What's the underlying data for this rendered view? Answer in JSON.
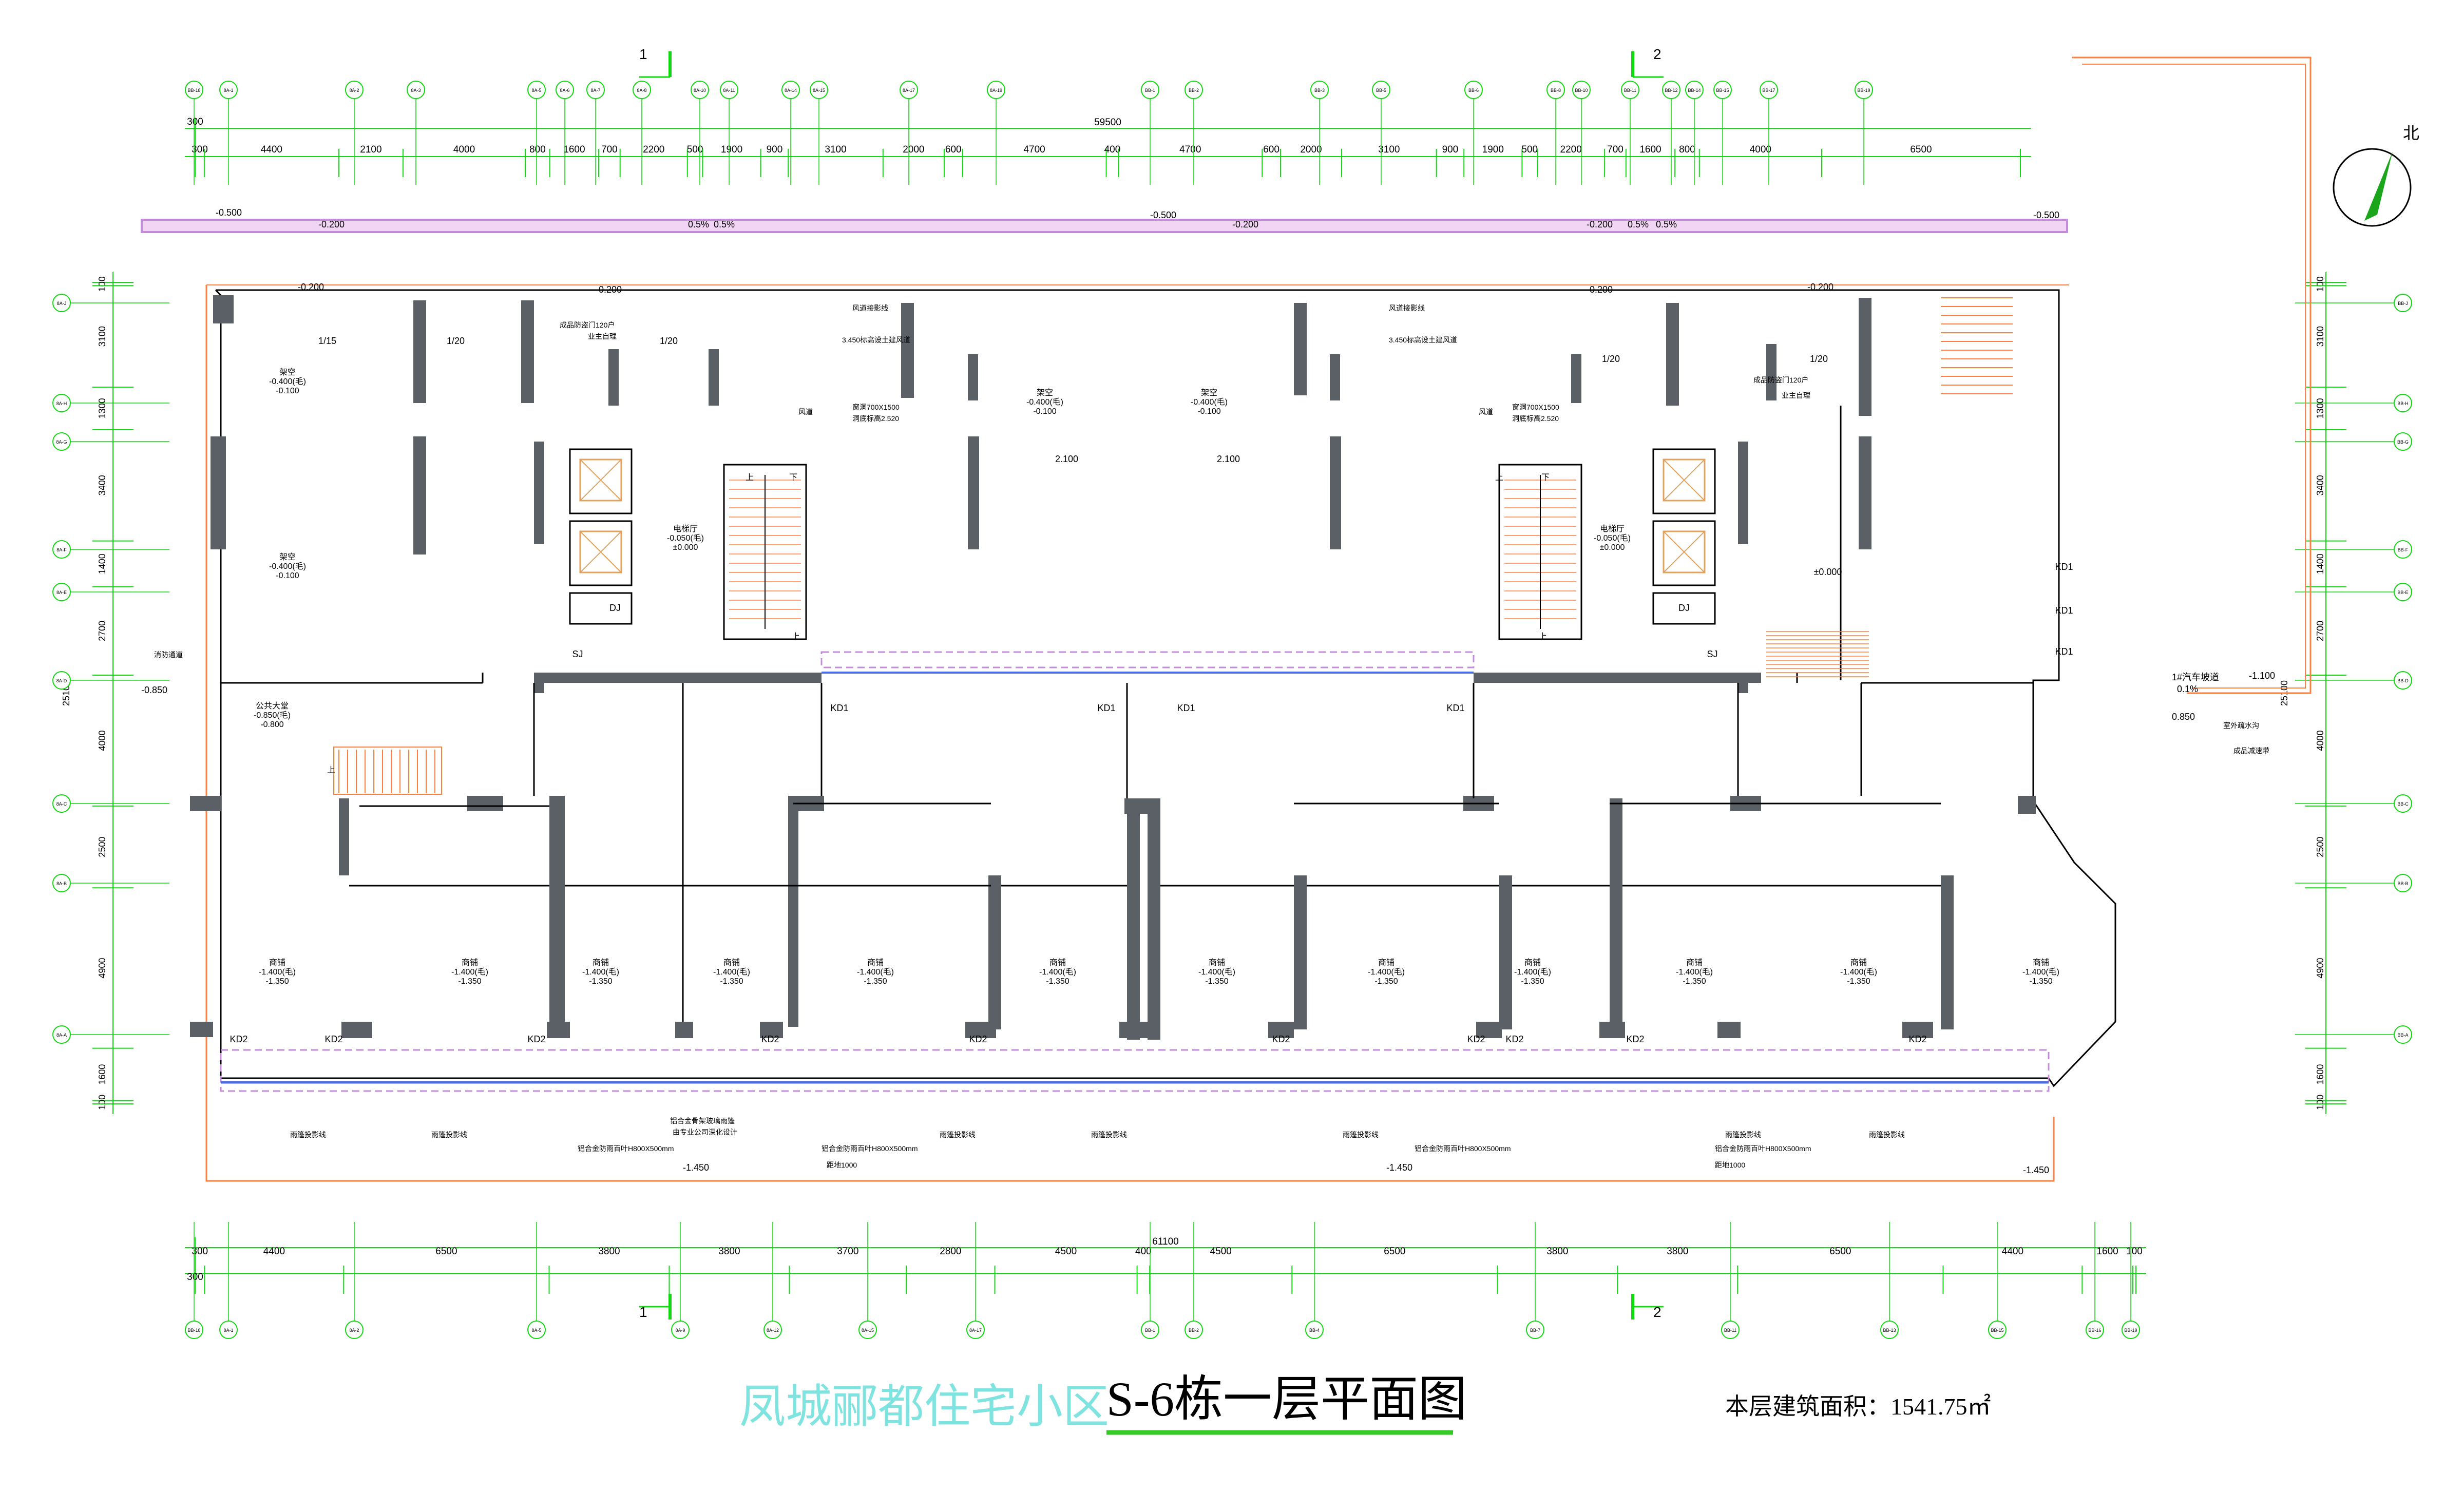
{
  "title": {
    "project": "凤城郦都住宅小区",
    "drawing": "S-6栋一层平面图",
    "area_label": "本层建筑面积：1541.75㎡"
  },
  "section_marks": {
    "one": "1",
    "two": "2"
  },
  "north_label": "北",
  "top_dims": {
    "total": "59500",
    "edge": "300",
    "segments": [
      "300",
      "4400",
      "2100",
      "4000",
      "800",
      "1600",
      "700",
      "2200",
      "500",
      "1900",
      "900",
      "3100",
      "2000",
      "600",
      "4700",
      "400",
      "4700",
      "600",
      "2000",
      "3100",
      "900",
      "1900",
      "500",
      "2200",
      "700",
      "1600",
      "800",
      "4000",
      "6500"
    ]
  },
  "bottom_dims": {
    "total": "61100",
    "edge": "300",
    "segments": [
      "300",
      "4400",
      "6500",
      "3800",
      "3800",
      "3700",
      "2800",
      "4500",
      "400",
      "4500",
      "6500",
      "3800",
      "3800",
      "6500",
      "4400",
      "1600",
      "100"
    ]
  },
  "side_dims": {
    "total": "25100",
    "left": [
      "100",
      "3100",
      "1300",
      "3400",
      "1400",
      "2700",
      "4000",
      "2500",
      "4900",
      "1600",
      "100"
    ],
    "right": [
      "100",
      "3100",
      "1300",
      "3400",
      "1400",
      "2700",
      "4000",
      "2500",
      "4900",
      "1600",
      "100"
    ]
  },
  "levels": {
    "l500": "-0.500",
    "l200": "-0.200",
    "slope": "0.5%",
    "l850": "-0.850",
    "l1450": "-1.450",
    "l1100": "-1.100",
    "p850": "0.850",
    "l2100": "2.100",
    "slope_ramp": "1/20",
    "slope_ramp2": "1/15",
    "ramp_pct": "0.1%"
  },
  "rooms": {
    "overhead": "架空",
    "overhead_l1": "-0.400(毛)",
    "overhead_l2": "-0.100",
    "lobby": "电梯厅",
    "lobby_l1": "-0.050(毛)",
    "lobby_l2": "±0.000",
    "public_hall": "公共大堂",
    "public_l1": "-0.850(毛)",
    "public_l2": "-0.800",
    "shop": "商铺",
    "shop_l1": "-1.400(毛)",
    "shop_l2": "-1.350",
    "dj": "DJ",
    "sj": "SJ",
    "kd1": "KD1",
    "kd2": "KD2",
    "up": "上",
    "down": "下",
    "well": "风道",
    "zero": "±0.000"
  },
  "notes": {
    "shaft": "风道接影线",
    "shaft_level": "3.450标高设土建风道",
    "window": "窗洞700X1500",
    "window_sill": "洞底标高2.520",
    "canopy_line": "雨篷投影线",
    "fire_line": "消防通道",
    "glass_canopy": "铝合金骨架玻璃雨篷",
    "glass_note": "由专业公司深化设计",
    "window_grille": "铝合金防雨百叶H800X500mm",
    "sill_height": "距地1000",
    "garage_ramp": "1#汽车坡道",
    "exit": "室外疏水沟",
    "green_belt": "成品减速带",
    "door_note": "成品防盗门120户",
    "door_note2": "业主自理"
  },
  "axis_labels": {
    "top": [
      "BB-18",
      "8A-1",
      "8A-2",
      "8A-3",
      "8A-5",
      "8A-6",
      "8A-7",
      "8A-8",
      "8A-10",
      "8A-11",
      "8A-14",
      "8A-15",
      "8A-17",
      "8A-19",
      "BB-1",
      "BB-2",
      "BB-3",
      "BB-5",
      "BB-6",
      "BB-8",
      "BB-10",
      "BB-11",
      "BB-12",
      "BB-14",
      "BB-15",
      "BB-17",
      "BB-19"
    ],
    "bottom": [
      "BB-18",
      "8A-1",
      "8A-2",
      "8A-5",
      "8A-9",
      "8A-12",
      "8A-15",
      "8A-17",
      "BB-1",
      "BB-2",
      "BB-4",
      "BB-7",
      "BB-11",
      "BB-13",
      "BB-15",
      "BB-16",
      "BB-19"
    ],
    "left": [
      "8A-J",
      "8A-H",
      "8A-G",
      "8A-F",
      "8A-E",
      "8A-D",
      "8A-C",
      "8A-B",
      "8A-A"
    ],
    "right": [
      "BB-J",
      "BB-H",
      "BB-G",
      "BB-F",
      "BB-E",
      "BB-D",
      "BB-C",
      "BB-B",
      "BB-A"
    ]
  },
  "colors": {
    "dim": "#12d812",
    "wall": "#5b5f66",
    "line": "#000000",
    "hatch": "#e3a15e",
    "ramp": "#ff7f3f",
    "magenta": "#c48bd8",
    "blue": "#4c6ce8",
    "red": "#e0202a",
    "title_a": "#7fe3e0",
    "underline": "#35c925"
  }
}
